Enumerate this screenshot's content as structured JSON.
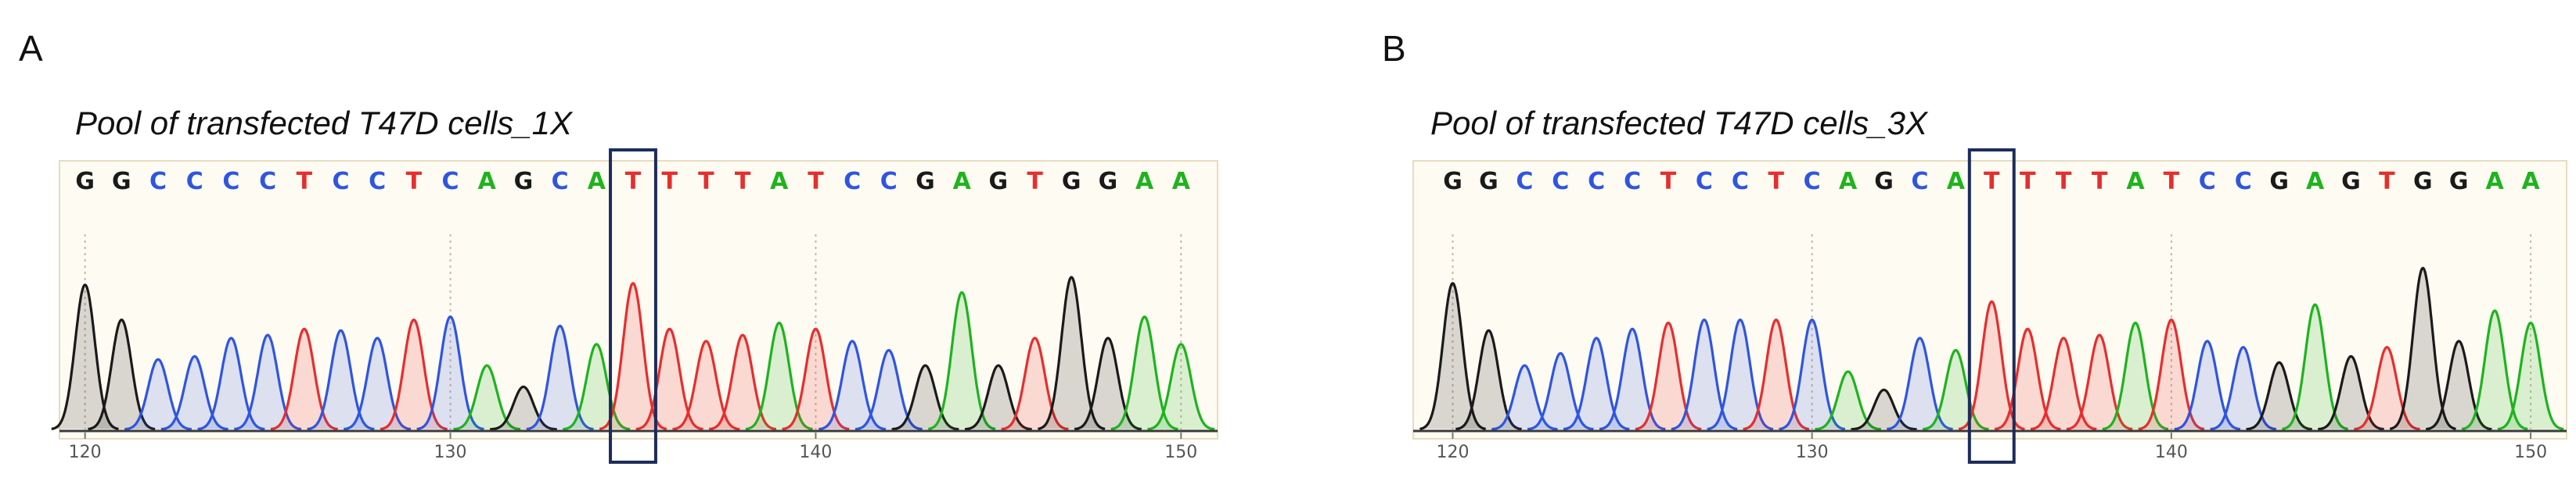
{
  "colors": {
    "A": "#1fb31f",
    "C": "#2f55e0",
    "G": "#1a1a1a",
    "T": "#e62e2e",
    "highlight_box": "#1c2c5c",
    "plot_background": "#fdfbf2"
  },
  "chart_data": [
    {
      "type": "chromatogram",
      "panel_letter": "A",
      "title": "Pool of transfected T47D cells_1X",
      "sequence": [
        "G",
        "G",
        "C",
        "C",
        "C",
        "C",
        "T",
        "C",
        "C",
        "T",
        "C",
        "A",
        "G",
        "C",
        "A",
        "T",
        "T",
        "T",
        "T",
        "A",
        "T",
        "C",
        "C",
        "G",
        "A",
        "G",
        "T",
        "G",
        "G",
        "A",
        "A"
      ],
      "x_ticks": [
        120,
        130,
        140,
        150
      ],
      "x_range": [
        119.3,
        151
      ],
      "highlight_position": 135,
      "peak_heights": [
        0.95,
        0.72,
        0.46,
        0.48,
        0.6,
        0.62,
        0.66,
        0.65,
        0.6,
        0.72,
        0.74,
        0.42,
        0.28,
        0.68,
        0.56,
        0.96,
        0.66,
        0.58,
        0.62,
        0.7,
        0.66,
        0.58,
        0.52,
        0.42,
        0.9,
        0.42,
        0.6,
        1.0,
        0.6,
        0.74,
        0.56
      ]
    },
    {
      "type": "chromatogram",
      "panel_letter": "B",
      "title": "Pool of transfected T47D cells_3X",
      "sequence": [
        "G",
        "G",
        "C",
        "C",
        "C",
        "C",
        "T",
        "C",
        "C",
        "T",
        "C",
        "A",
        "G",
        "C",
        "A",
        "T",
        "T",
        "T",
        "T",
        "A",
        "T",
        "C",
        "C",
        "G",
        "A",
        "G",
        "T",
        "G",
        "G",
        "A",
        "A"
      ],
      "x_ticks": [
        120,
        130,
        140,
        150
      ],
      "x_range": [
        118.9,
        151
      ],
      "highlight_position": 135,
      "peak_heights": [
        0.96,
        0.65,
        0.42,
        0.5,
        0.6,
        0.66,
        0.7,
        0.72,
        0.72,
        0.72,
        0.72,
        0.38,
        0.26,
        0.6,
        0.52,
        0.84,
        0.66,
        0.6,
        0.62,
        0.7,
        0.72,
        0.58,
        0.54,
        0.44,
        0.82,
        0.48,
        0.54,
        1.06,
        0.58,
        0.78,
        0.7
      ]
    }
  ]
}
